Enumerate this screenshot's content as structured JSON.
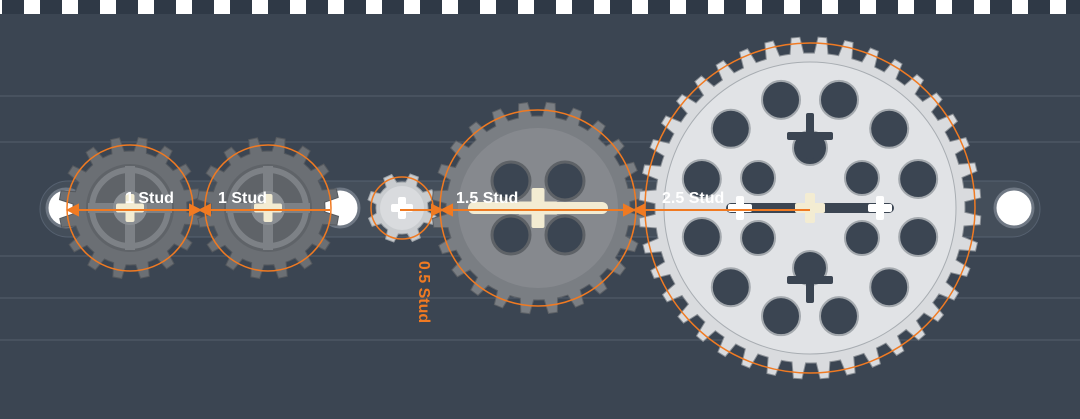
{
  "diagram": {
    "labels": {
      "gear1": "1 Stud",
      "gear2": "1 Stud",
      "gear3": "0.5 Stud",
      "gear4": "1.5 Stud",
      "gear5": "2.5 Stud"
    },
    "colors": {
      "background": "#3b4552",
      "dark_gear": "#6b6f74",
      "mid_gear": "#7a7e83",
      "light_gear": "#d9dbde",
      "axle": "#f3ecd2",
      "radius_circle": "#f07a22",
      "beam_hole": "#ffffff"
    },
    "gears": [
      {
        "id": "gear1",
        "teeth": 16,
        "kind": "dark"
      },
      {
        "id": "gear2",
        "teeth": 16,
        "kind": "dark"
      },
      {
        "id": "gear3",
        "teeth": 8,
        "kind": "light"
      },
      {
        "id": "gear4",
        "teeth": 24,
        "kind": "mid"
      },
      {
        "id": "gear5",
        "teeth": 40,
        "kind": "light"
      }
    ]
  }
}
